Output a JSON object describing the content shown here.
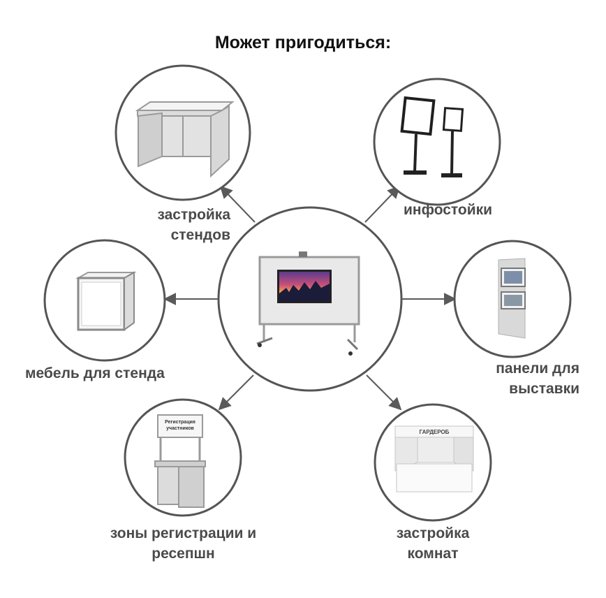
{
  "title": "Может пригодиться:",
  "center": {
    "image": "exhibition-panel-stand-with-poster"
  },
  "items": [
    {
      "id": "booths",
      "label_lines": [
        "застройка",
        "стендов"
      ],
      "image": "exhibition-booth"
    },
    {
      "id": "info-stands",
      "label_lines": [
        "инфостойки"
      ],
      "image": "info-stands"
    },
    {
      "id": "furniture",
      "label_lines": [
        "мебель для стенда"
      ],
      "image": "stand-counter"
    },
    {
      "id": "panels",
      "label_lines": [
        "панели для",
        "выставки"
      ],
      "image": "exhibition-panel"
    },
    {
      "id": "registration",
      "label_lines": [
        "зоны регистрации и",
        "ресепшн"
      ],
      "image": "registration-counter",
      "image_text": [
        "Регистрация",
        "участников"
      ]
    },
    {
      "id": "rooms",
      "label_lines": [
        "застройка",
        "комнат"
      ],
      "image": "cloakroom-booth",
      "image_text": [
        "ГАРДЕРОБ"
      ]
    }
  ],
  "colors": {
    "circle_stroke": "#555555",
    "arrow": "#5a5a5a",
    "label": "#4a4a4a",
    "title": "#111111"
  }
}
